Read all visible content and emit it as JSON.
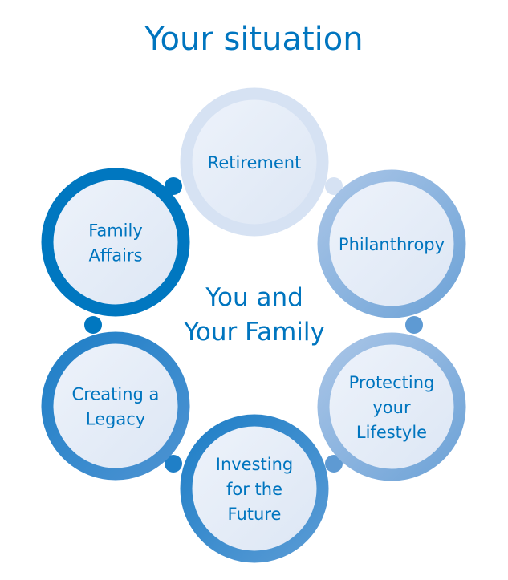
{
  "title": "Your situation",
  "center_label": [
    "You and",
    "Your Family"
  ],
  "colors": {
    "text": "#0075bf",
    "inner_fill": "#e6edf8"
  },
  "nodes": [
    {
      "id": "retirement",
      "lines": [
        "Retirement"
      ],
      "ring": "#d6e2f3",
      "ring2": "#d6e2f3"
    },
    {
      "id": "philanthropy",
      "lines": [
        "Philanthropy"
      ],
      "ring": "#a9c5e7",
      "ring2": "#6ea3d7"
    },
    {
      "id": "protecting-your-lifestyle",
      "lines": [
        "Protecting",
        "your",
        "Lifestyle"
      ],
      "ring": "#a9c5e7",
      "ring2": "#6ea3d7"
    },
    {
      "id": "investing-for-the-future",
      "lines": [
        "Investing",
        "for the",
        "Future"
      ],
      "ring": "#1f7fc7",
      "ring2": "#5a9bd5"
    },
    {
      "id": "creating-a-legacy",
      "lines": [
        "Creating a",
        "Legacy"
      ],
      "ring": "#1f7fc7",
      "ring2": "#4d93d2"
    },
    {
      "id": "family-affairs",
      "lines": [
        "Family",
        "Affairs"
      ],
      "ring": "#0077c0",
      "ring2": "#0077c0"
    }
  ],
  "connector_colors": [
    "#d6e2f3",
    "#5e9ad3",
    "#5e9ad3",
    "#1f7fc7",
    "#0077c0",
    "#0077c0"
  ]
}
